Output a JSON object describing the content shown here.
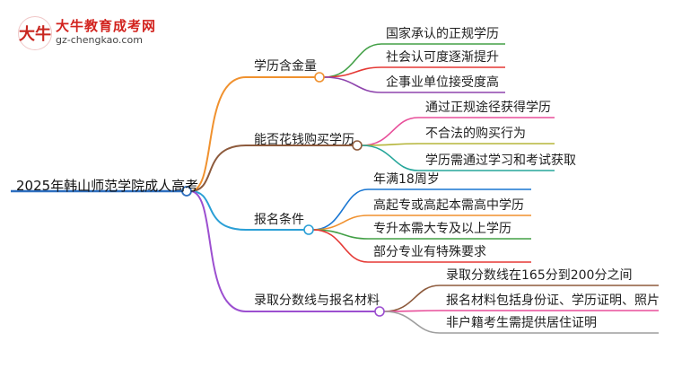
{
  "logo": {
    "icon_text": "大牛",
    "title": "大牛教育成考网",
    "url": "gz-chengkao.com"
  },
  "root": {
    "label": "2025年韩山师范学院成人高考",
    "color": "#2e6fbf"
  },
  "branches": [
    {
      "label": "学历含金量",
      "color": "#f0912e",
      "leaves": [
        {
          "label": "国家承认的正规学历",
          "color": "#43a047"
        },
        {
          "label": "社会认可度逐渐提升",
          "color": "#e53935"
        },
        {
          "label": "企事业单位接受度高",
          "color": "#8e44ad"
        }
      ]
    },
    {
      "label": "能否花钱购买学历",
      "color": "#8d5a3c",
      "leaves": [
        {
          "label": "通过正规途径获得学历",
          "color": "#e84f9a"
        },
        {
          "label": "不合法的购买行为",
          "color": "#b5b53a"
        },
        {
          "label": "学历需通过学习和考试获取",
          "color": "#26a69a"
        }
      ]
    },
    {
      "label": "报名条件",
      "color": "#2a9fd6",
      "leaves": [
        {
          "label": "年满18周岁",
          "color": "#1976d2"
        },
        {
          "label": "高起专或高起本需高中学历",
          "color": "#f0912e"
        },
        {
          "label": "专升本需大专及以上学历",
          "color": "#43a047"
        },
        {
          "label": "部分专业有特殊要求",
          "color": "#e53935"
        }
      ]
    },
    {
      "label": "录取分数线与报名材料",
      "color": "#9c4fd0",
      "leaves": [
        {
          "label": "录取分数线在165分到200分之间",
          "color": "#8d5a3c"
        },
        {
          "label": "报名材料包括身份证、学历证明、照片",
          "color": "#e84f9a"
        },
        {
          "label": "非户籍考生需提供居住证明",
          "color": "#9e9e9e"
        }
      ]
    }
  ]
}
